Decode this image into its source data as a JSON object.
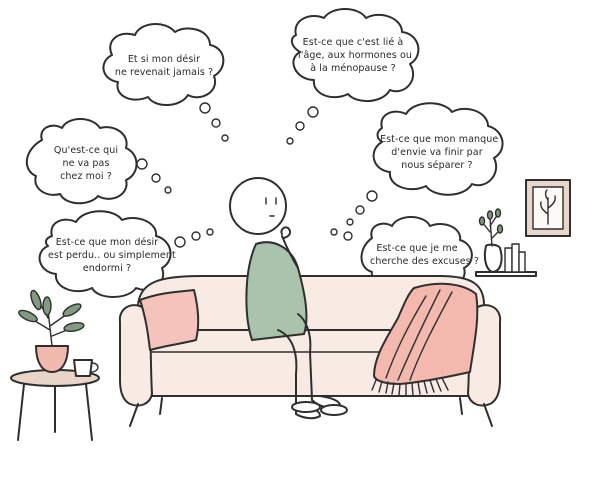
{
  "thoughts": [
    {
      "id": "desire-return",
      "lines": [
        "Et si mon désir",
        "ne revenait jamais ?"
      ]
    },
    {
      "id": "age-hormones",
      "lines": [
        "Est-ce que c'est lié à",
        "l'âge, aux hormones ou",
        "à la ménopause ?"
      ]
    },
    {
      "id": "whats-wrong",
      "lines": [
        "Qu'est-ce qui",
        "ne va pas",
        "chez moi ?"
      ]
    },
    {
      "id": "separation",
      "lines": [
        "Est-ce que mon manque",
        "d'envie va finir par",
        "nous séparer ?"
      ]
    },
    {
      "id": "lost-or-asleep",
      "lines": [
        "Est-ce que mon désir",
        "est perdu.. ou simplement",
        "endormi ?"
      ]
    },
    {
      "id": "excuses",
      "lines": [
        "Est-ce que je me",
        "cherche des excuses ?"
      ]
    }
  ],
  "colors": {
    "outline": "#2f2f2f",
    "sofa": "#f7ebe4",
    "pillow": "#f4c4bc",
    "blanket": "#f3b9ae",
    "shirt": "#a9c3ad",
    "plant_leaf": "#7f9b80",
    "pot": "#f0b9ad",
    "wood": "#e9d5c8",
    "frame": "#e9d6ca"
  }
}
